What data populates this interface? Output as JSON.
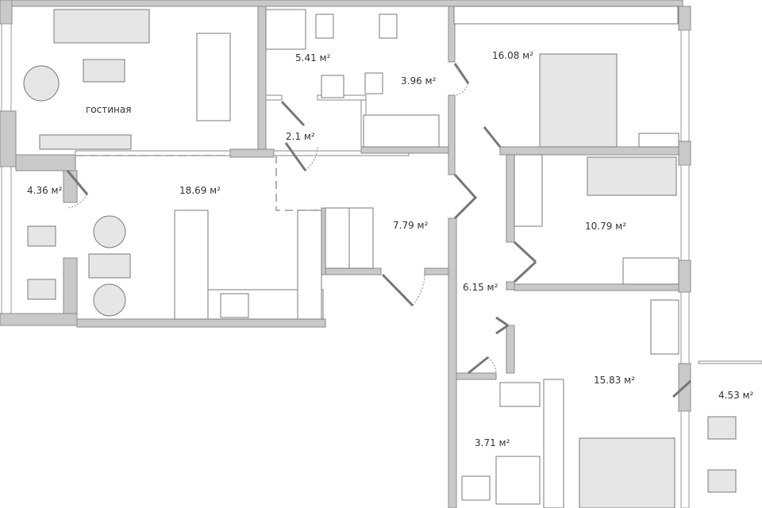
{
  "plan": {
    "living_room_name": "гостиная",
    "rooms": [
      {
        "id": "bathroom-1",
        "area": "5.41 м²"
      },
      {
        "id": "wc",
        "area": "3.96 м²"
      },
      {
        "id": "bedroom-1",
        "area": "16.08 м²"
      },
      {
        "id": "closet",
        "area": "2.1 м²"
      },
      {
        "id": "loggia-1",
        "area": "4.36 м²"
      },
      {
        "id": "kitchen-living",
        "area": "18.69 м²"
      },
      {
        "id": "hallway",
        "area": "7.79 м²"
      },
      {
        "id": "bedroom-2",
        "area": "10.79 м²"
      },
      {
        "id": "corridor",
        "area": "6.15 м²"
      },
      {
        "id": "bedroom-3",
        "area": "15.83 м²"
      },
      {
        "id": "loggia-2",
        "area": "4.53 м²"
      },
      {
        "id": "bathroom-2",
        "area": "3.71 м²"
      }
    ]
  },
  "colors": {
    "wall": "#c9c9c9",
    "line": "#8a8a8a"
  }
}
